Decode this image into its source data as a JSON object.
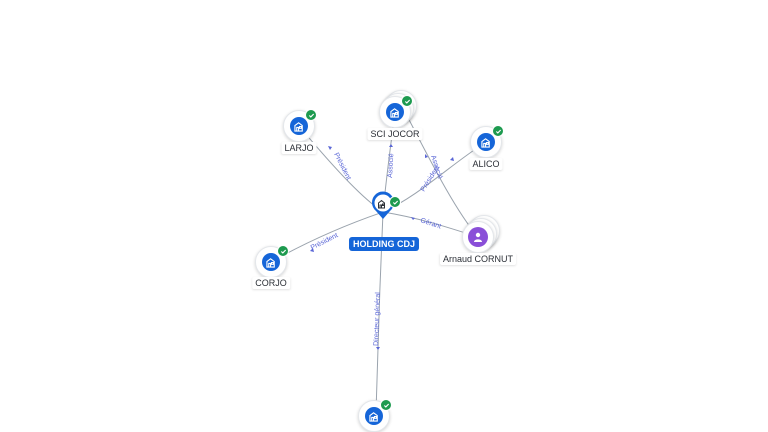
{
  "center": {
    "name": "HOLDING CDJ",
    "icon": "building-icon",
    "verified": true
  },
  "companies": [
    {
      "id": "larjo",
      "name": "LARJO",
      "icon": "building-icon",
      "verified": true
    },
    {
      "id": "scijocor",
      "name": "SCI JOCOR",
      "icon": "building-icon",
      "verified": true
    },
    {
      "id": "alico",
      "name": "ALICO",
      "icon": "building-icon",
      "verified": true
    },
    {
      "id": "corjo",
      "name": "CORJO",
      "icon": "building-icon",
      "verified": true
    },
    {
      "id": "bottom",
      "name": "",
      "icon": "building-icon",
      "verified": true
    }
  ],
  "person": {
    "name": "Arnaud CORNUT",
    "icon": "person-icon"
  },
  "edges": [
    {
      "label": "Président"
    },
    {
      "label": "Associé"
    },
    {
      "label": "Président"
    },
    {
      "label": "Président"
    },
    {
      "label": "Gérant"
    },
    {
      "label": "Associé"
    },
    {
      "label": "Directeur général"
    }
  ],
  "colors": {
    "accent": "#1565d8",
    "verified": "#1d9a4f",
    "person": "#8a4fd8",
    "edge_label": "#5a66d6",
    "edge": "#9aa3ad"
  }
}
